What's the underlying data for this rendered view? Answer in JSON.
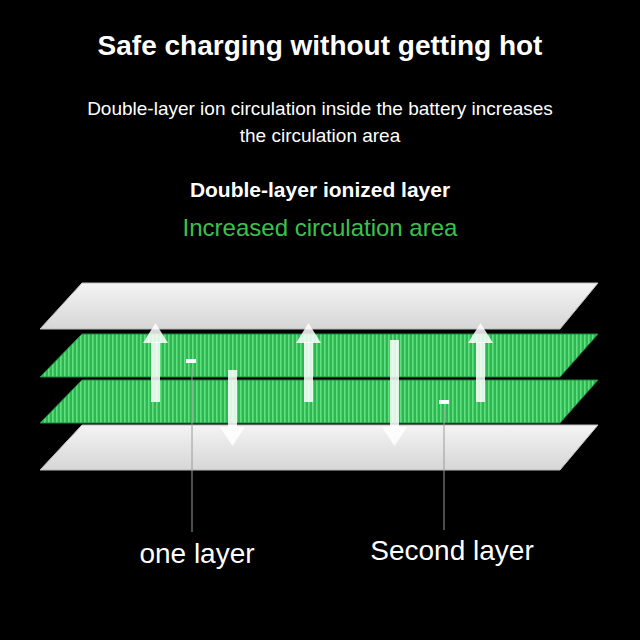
{
  "diagram": {
    "title": "Safe charging without getting hot",
    "labels": [
      "Double-layer ion circulation inside the battery increases the circulation area",
      "Double-layer ionized layer",
      "Increased circulation area",
      "one layer",
      "Second layer"
    ]
  }
}
